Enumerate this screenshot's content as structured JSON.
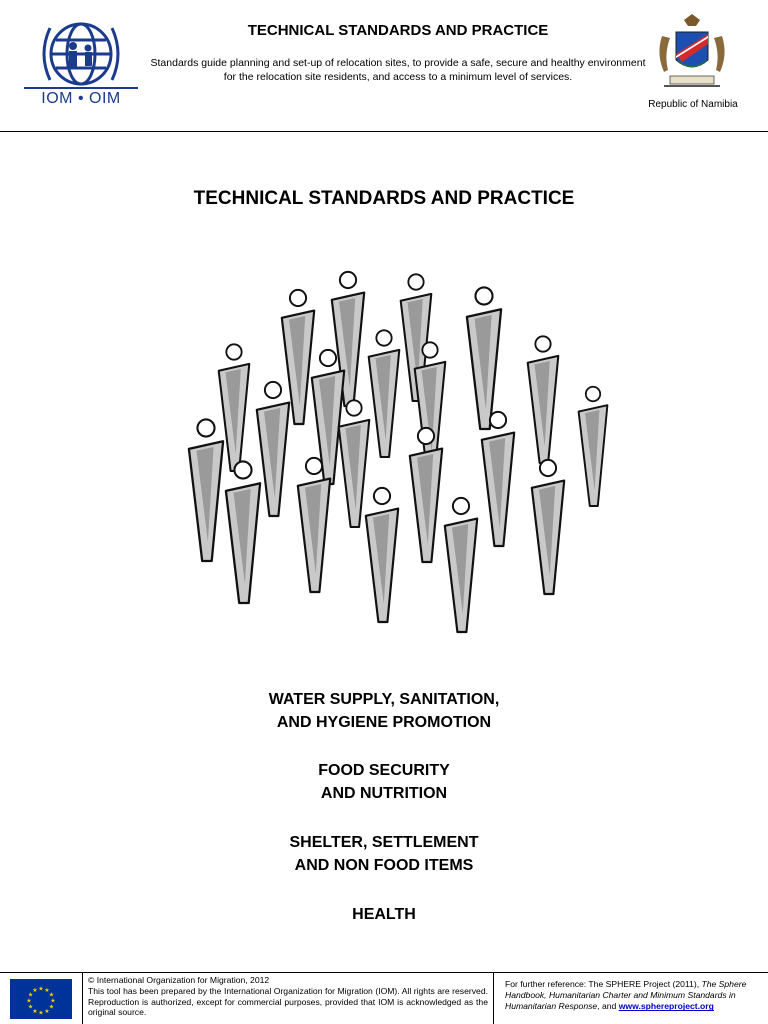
{
  "header": {
    "title": "TECHNICAL STANDARDS AND PRACTICE",
    "description": "Standards guide planning and set-up of relocation sites, to provide a safe, secure and healthy environment for the relocation site residents, and access to a minimum level of services.",
    "left_logo_text": "IOM • OIM",
    "right_caption": "Republic of Namibia"
  },
  "main": {
    "title": "TECHNICAL STANDARDS AND PRACTICE",
    "topics": [
      {
        "line1": "WATER SUPPLY, SANITATION,",
        "line2": "AND HYGIENE PROMOTION"
      },
      {
        "line1": "FOOD SECURITY",
        "line2": "AND NUTRITION"
      },
      {
        "line1": "SHELTER, SETTLEMENT",
        "line2": "AND NON FOOD ITEMS"
      },
      {
        "line1": "HEALTH",
        "line2": ""
      }
    ]
  },
  "footer": {
    "copyright": "© International Organization for Migration, 2012",
    "disclaimer": "This tool has been prepared by the International Organization for Migration (IOM). All rights are reserved. Reproduction is authorized, except for commercial purposes, provided that IOM is acknowledged as the original source.",
    "ref_prefix": "For further reference: The SPHERE Project (2011), ",
    "ref_title": "The Sphere Handbook, Humanitarian Charter and Minimum Standards in Humanitarian Response",
    "ref_mid": ", and ",
    "ref_link": "www.sphereproject.org"
  },
  "colors": {
    "iom_blue": "#1b3b8c",
    "eu_blue": "#003399",
    "eu_star": "#ffcc00",
    "link": "#0000cc"
  },
  "icons": [
    "iom-logo-icon",
    "namibia-coat-of-arms-icon",
    "people-crowd-illustration",
    "eu-flag-icon"
  ]
}
